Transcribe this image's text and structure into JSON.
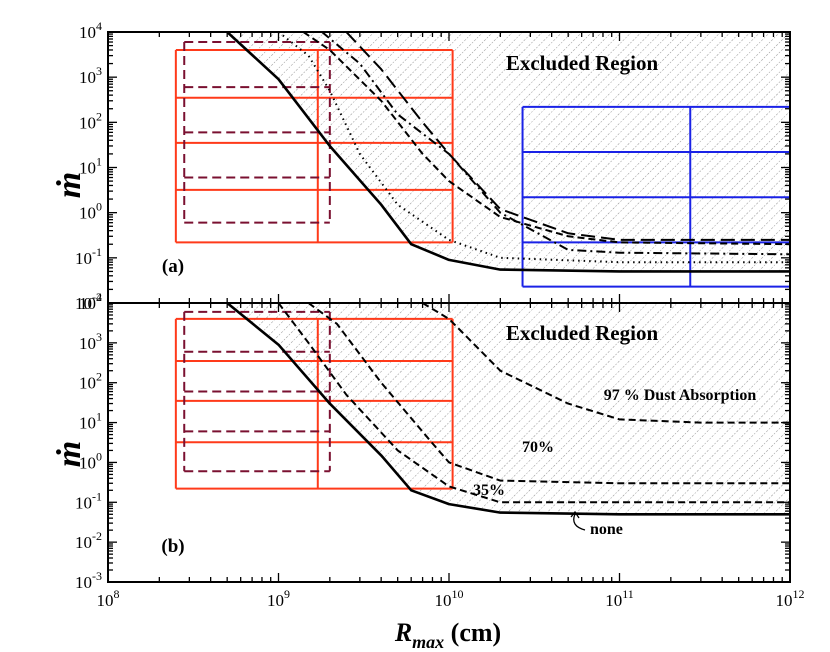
{
  "colors": {
    "orange_grid": "#ff3a1a",
    "blue_grid": "#1a22e6",
    "maroon_grid": "#7a1030",
    "curve": "#000000",
    "hatch": "#777777"
  },
  "axes": {
    "x_label": "R",
    "x_label_sub": "max",
    "x_label_unit": "(cm)",
    "y_label": "ṁ",
    "x_ticks": [
      {
        "base": "10",
        "exp": "8"
      },
      {
        "base": "10",
        "exp": "9"
      },
      {
        "base": "10",
        "exp": "10"
      },
      {
        "base": "10",
        "exp": "11"
      },
      {
        "base": "10",
        "exp": "12"
      }
    ],
    "y_ticks_top": [
      {
        "base": "10",
        "exp": "-2"
      },
      {
        "base": "10",
        "exp": "-1"
      },
      {
        "base": "10",
        "exp": "0"
      },
      {
        "base": "10",
        "exp": "1"
      },
      {
        "base": "10",
        "exp": "2"
      },
      {
        "base": "10",
        "exp": "3"
      },
      {
        "base": "10",
        "exp": "4"
      }
    ],
    "y_ticks_bottom": [
      {
        "base": "10",
        "exp": "-3"
      },
      {
        "base": "10",
        "exp": "-2"
      },
      {
        "base": "10",
        "exp": "-1"
      },
      {
        "base": "10",
        "exp": "0"
      },
      {
        "base": "10",
        "exp": "1"
      },
      {
        "base": "10",
        "exp": "2"
      },
      {
        "base": "10",
        "exp": "3"
      },
      {
        "base": "10",
        "exp": "4"
      }
    ]
  },
  "panel_a": {
    "panel_label": "(a)",
    "region_label": "Excluded Region"
  },
  "panel_b": {
    "panel_label": "(b)",
    "region_label": "Excluded Region",
    "curve_labels": {
      "p97": "97 % Dust Absorption",
      "p70": "70%",
      "p35": "35%",
      "none": "none"
    }
  },
  "chart_data": [
    {
      "type": "line",
      "panel": "(a)",
      "x_scale": "log",
      "y_scale": "log",
      "xlim": [
        100000000.0,
        1000000000000.0
      ],
      "ylim": [
        0.01,
        10000
      ],
      "grid": false,
      "annotations": [
        "Excluded Region",
        "(a)"
      ],
      "series": [
        {
          "style": "solid",
          "x": [
            500000000.0,
            1000000000.0,
            2000000000.0,
            4000000000.0,
            6000000000.0,
            10000000000.0,
            20000000000.0,
            100000000000.0,
            1000000000000.0
          ],
          "y": [
            10000,
            900,
            30,
            1.5,
            0.2,
            0.09,
            0.055,
            0.05,
            0.05
          ]
        },
        {
          "style": "dotted",
          "x": [
            1000000000.0,
            1500000000.0,
            2000000000.0,
            3000000000.0,
            5000000000.0,
            10000000000.0,
            20000000000.0,
            100000000000.0,
            1000000000000.0
          ],
          "y": [
            10000,
            3000,
            500,
            20,
            1.5,
            0.25,
            0.1,
            0.08,
            0.08
          ]
        },
        {
          "style": "dashed",
          "x": [
            1400000000.0,
            2000000000.0,
            4000000000.0,
            7000000000.0,
            10000000000.0,
            20000000000.0,
            50000000000.0,
            100000000000.0,
            1000000000000.0
          ],
          "y": [
            10000,
            4000,
            300,
            20,
            5,
            0.8,
            0.3,
            0.22,
            0.2
          ]
        },
        {
          "style": "dash-dot",
          "x": [
            1800000000.0,
            3000000000.0,
            5000000000.0,
            10000000000.0,
            20000000000.0,
            50000000000.0,
            100000000000.0,
            1000000000000.0
          ],
          "y": [
            10000,
            2000,
            150,
            20,
            1,
            0.15,
            0.13,
            0.12
          ]
        },
        {
          "style": "long-dash",
          "x": [
            2500000000.0,
            4000000000.0,
            7000000000.0,
            10000000000.0,
            20000000000.0,
            50000000000.0,
            100000000000.0,
            1000000000000.0
          ],
          "y": [
            10000,
            1500,
            100,
            20,
            1.2,
            0.35,
            0.25,
            0.25
          ]
        }
      ],
      "grids": [
        {
          "color": "orange",
          "style": "solid",
          "x_lines": [
            250000000.0,
            1700000000.0,
            10500000000.0
          ],
          "y_lines": [
            0.22,
            3.2,
            35,
            350,
            4000
          ]
        },
        {
          "color": "blue",
          "style": "solid",
          "x_lines": [
            27000000000.0,
            260000000000.0,
            1000000000000.0
          ],
          "y_lines": [
            0.023,
            0.22,
            2.2,
            22,
            220
          ]
        },
        {
          "color": "maroon",
          "style": "dashed",
          "x_lines": [
            280000000.0,
            2000000000.0
          ],
          "y_lines": [
            0.6,
            6,
            60,
            600,
            6000
          ]
        }
      ]
    },
    {
      "type": "line",
      "panel": "(b)",
      "x_scale": "log",
      "y_scale": "log",
      "xlim": [
        100000000.0,
        1000000000000.0
      ],
      "ylim": [
        0.001,
        10000
      ],
      "grid": false,
      "annotations": [
        "Excluded Region",
        "(b)"
      ],
      "series": [
        {
          "name": "none",
          "style": "solid",
          "x": [
            500000000.0,
            1000000000.0,
            2000000000.0,
            4000000000.0,
            6000000000.0,
            10000000000.0,
            20000000000.0,
            100000000000.0,
            1000000000000.0
          ],
          "y": [
            10000,
            900,
            30,
            1.5,
            0.2,
            0.09,
            0.055,
            0.05,
            0.05
          ]
        },
        {
          "name": "35%",
          "style": "dashed",
          "x": [
            1000000000.0,
            1500000000.0,
            2500000000.0,
            5000000000.0,
            10000000000.0,
            20000000000.0,
            100000000000.0,
            1000000000000.0
          ],
          "y": [
            10000,
            1000,
            50,
            2,
            0.25,
            0.1,
            0.1,
            0.1
          ]
        },
        {
          "name": "70%",
          "style": "dashed",
          "x": [
            1500000000.0,
            2200000000.0,
            4000000000.0,
            8000000000.0,
            10000000000.0,
            20000000000.0,
            100000000000.0,
            1000000000000.0
          ],
          "y": [
            10000,
            3000,
            100,
            3,
            1,
            0.35,
            0.3,
            0.3
          ]
        },
        {
          "name": "97 % Dust Absorption",
          "style": "dashed",
          "x": [
            7000000000.0,
            10000000000.0,
            20000000000.0,
            50000000000.0,
            100000000000.0,
            300000000000.0,
            1000000000000.0
          ],
          "y": [
            10000,
            4000,
            200,
            30,
            12,
            10,
            10
          ]
        }
      ],
      "grids": [
        {
          "color": "orange",
          "style": "solid",
          "x_lines": [
            250000000.0,
            1700000000.0,
            10500000000.0
          ],
          "y_lines": [
            0.22,
            3.2,
            35,
            350,
            4000
          ]
        },
        {
          "color": "maroon",
          "style": "dashed",
          "x_lines": [
            280000000.0,
            2000000000.0
          ],
          "y_lines": [
            0.6,
            6,
            60,
            600,
            6000
          ]
        }
      ]
    }
  ]
}
